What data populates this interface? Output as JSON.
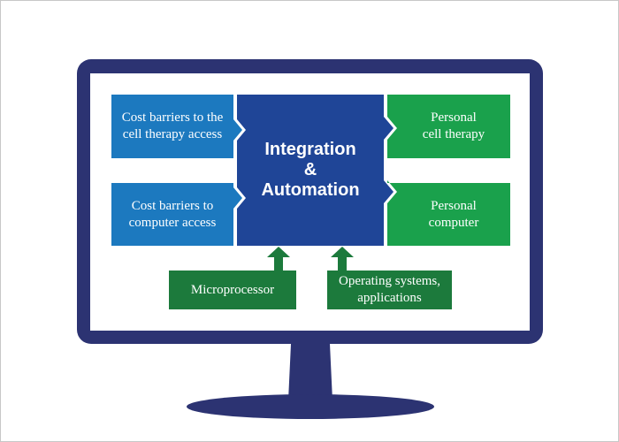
{
  "colors": {
    "monitor": "#2c3372",
    "screen": "#ffffff",
    "center_box": "#1f4597",
    "left_boxes": "#1c79bf",
    "right_boxes": "#1aa14c",
    "bottom_boxes": "#1c7a3c",
    "arrows": "#1c7a3c"
  },
  "center": {
    "line1": "Integration",
    "line2": "&",
    "line3": "Automation"
  },
  "left": {
    "top_line1": "Cost barriers to the",
    "top_line2": "cell therapy access",
    "bottom_line1": "Cost barriers to",
    "bottom_line2": "computer access"
  },
  "right": {
    "top_line1": "Personal",
    "top_line2": "cell therapy",
    "bottom_line1": "Personal",
    "bottom_line2": "computer"
  },
  "bottom": {
    "left_label": "Microprocessor",
    "right_line1": "Operating systems,",
    "right_line2": "applications"
  }
}
